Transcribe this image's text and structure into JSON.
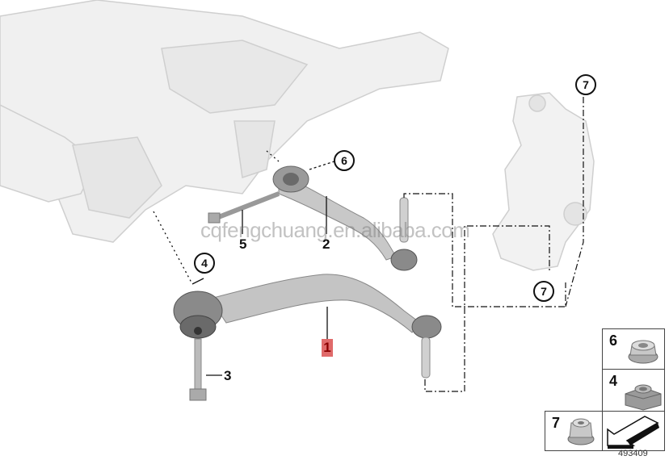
{
  "diagram": {
    "type": "exploded parts diagram",
    "subject": "front axle control arms",
    "reference_number": "493409",
    "watermark": "cqfengchuang.en.alibaba.com",
    "callouts": [
      {
        "id": "1",
        "label": "1",
        "highlighted": true,
        "style": "red-box",
        "part": "lower control arm"
      },
      {
        "id": "2",
        "label": "2",
        "style": "plain",
        "part": "upper control arm"
      },
      {
        "id": "3",
        "label": "3",
        "style": "plain",
        "part": "bolt"
      },
      {
        "id": "4",
        "label": "4",
        "style": "circle",
        "part": "square nut"
      },
      {
        "id": "5",
        "label": "5",
        "style": "plain",
        "part": "bolt"
      },
      {
        "id": "6",
        "label": "6",
        "style": "circle",
        "part": "collar nut"
      },
      {
        "id": "7a",
        "label": "7",
        "style": "circle",
        "part": "self-locking nut"
      },
      {
        "id": "7b",
        "label": "7",
        "style": "circle",
        "part": "self-locking nut"
      }
    ],
    "legend_boxes": [
      {
        "label": "6",
        "icon": "collar-nut-icon"
      },
      {
        "label": "4",
        "icon": "square-nut-icon"
      },
      {
        "label": "7",
        "icon": "lock-nut-icon"
      },
      {
        "label": "",
        "icon": "direction-arrow-icon"
      }
    ],
    "colors": {
      "highlight": "#e06a6a",
      "highlight_text": "#8b0000",
      "line": "#111111",
      "part_gray": "#c8c8c8"
    }
  }
}
